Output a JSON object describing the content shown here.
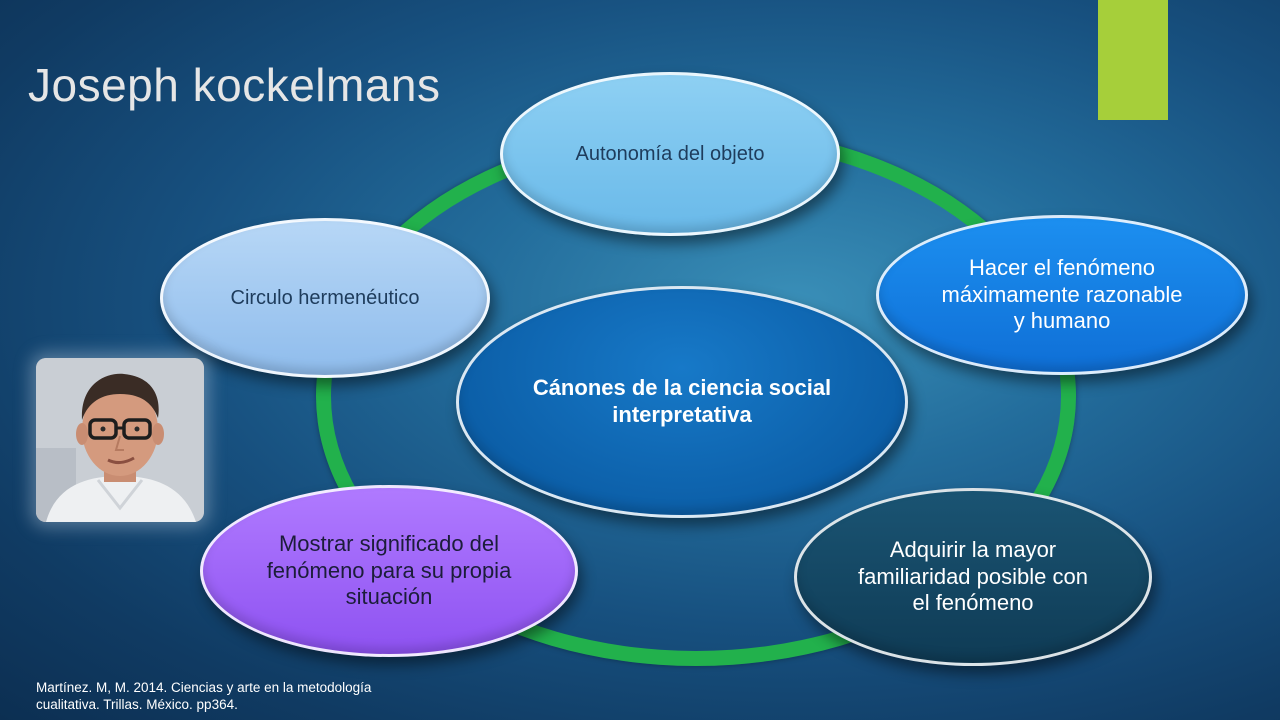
{
  "slide": {
    "title": "Joseph kockelmans",
    "accent_color": "#a6cf3a",
    "ring_color": "#22b14c"
  },
  "diagram": {
    "center": {
      "label": "Cánones de la ciencia social interpretativa",
      "color": "#0c5fa8"
    },
    "nodes": [
      {
        "label": "Autonomía del objeto",
        "color": "#7cc6ef"
      },
      {
        "label": "Hacer el fenómeno máximamente razonable y humano",
        "color": "#1582e8"
      },
      {
        "label": "Adquirir la mayor familiaridad posible con el fenómeno",
        "color": "#134662"
      },
      {
        "label": "Mostrar significado del fenómeno para su propia situación",
        "color": "#9d66f7"
      },
      {
        "label": "Circulo hermenéutico",
        "color": "#a2c9f1"
      }
    ]
  },
  "photo": {
    "subject": "portrait of man with glasses"
  },
  "citation": "Martínez. M, M. 2014. Ciencias y arte en la metodología\ncualitativa. Trillas. México. pp364."
}
